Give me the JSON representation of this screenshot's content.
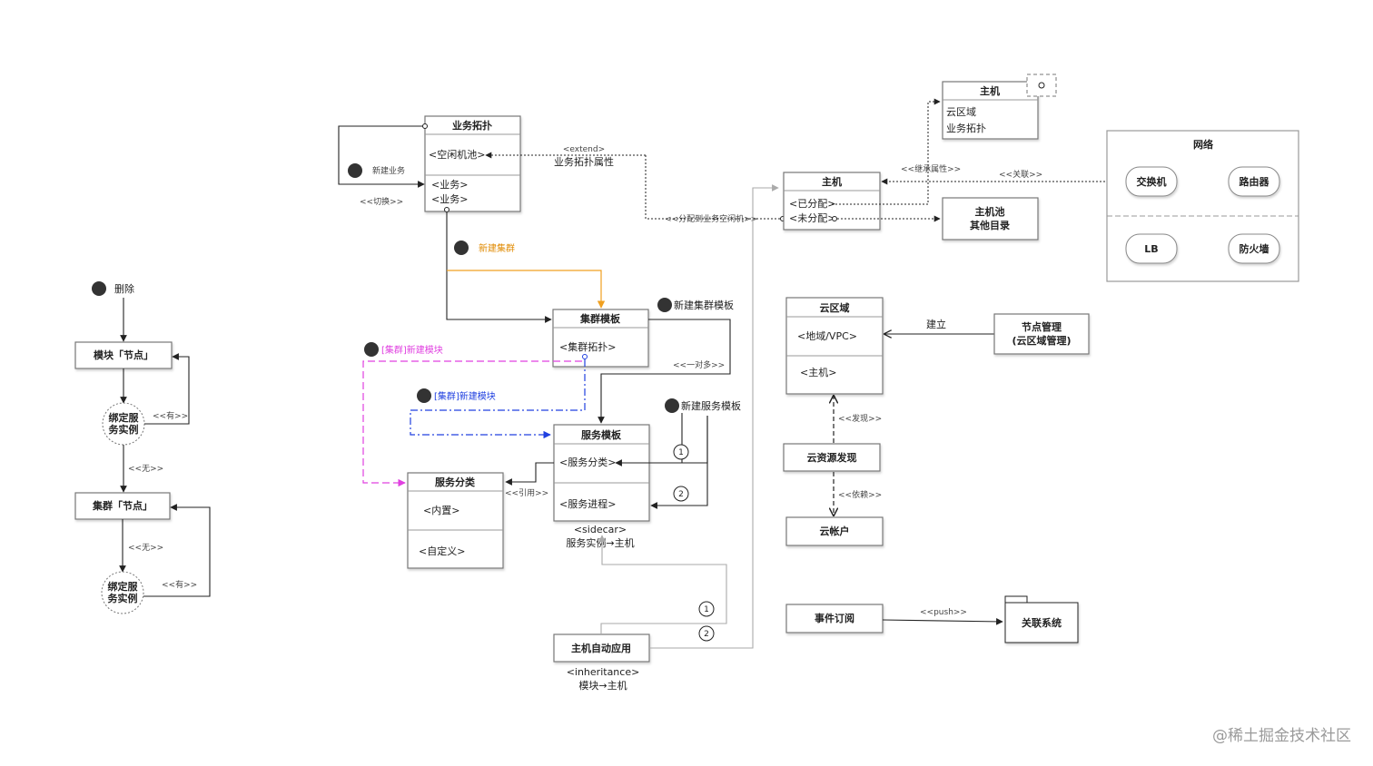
{
  "watermark": "@稀土掘金技术社区",
  "topology": {
    "title": "业务拓扑",
    "idle_pool": "<空闲机池>",
    "biz1": "<业务>",
    "biz2": "<业务>",
    "new_biz": "新建业务",
    "switch": "<<切换>>",
    "extend_line1": "<extend>",
    "extend_line2": "业务拓扑属性"
  },
  "host": {
    "title": "主机",
    "assigned": "<已分配>",
    "unassigned": "<未分配>",
    "assign_label": "<<分配到业务空闲机>>",
    "inherit_label": "<<继承属性>>",
    "assoc_label": "<<关联>>"
  },
  "host_attrs": {
    "title": "主机",
    "cloud_area": "云区域",
    "biz_topology": "业务拓扑"
  },
  "host_pool": {
    "line1": "主机池",
    "line2": "其他目录"
  },
  "network": {
    "title": "网络",
    "switch": "交换机",
    "router": "路由器",
    "lb": "LB",
    "firewall": "防火墙"
  },
  "new_cluster": "新建集群",
  "cluster_tpl": {
    "title": "集群模板",
    "topo": "<集群拓扑>",
    "new_tpl": "新建集群模板",
    "one_many": "<<一对多>>"
  },
  "new_module_magenta": "[集群]新建模块",
  "new_module_blue": "[集群]新建模块",
  "service_tpl": {
    "title": "服务模板",
    "category": "<服务分类>",
    "process": "<服务进程>",
    "new_tpl": "新建服务模板",
    "sidecar1": "<sidecar>",
    "sidecar2": "服务实例→主机",
    "ref": "<<引用>>",
    "n1": "1",
    "n2": "2"
  },
  "service_cat": {
    "title": "服务分类",
    "builtin": "<内置>",
    "custom": "<自定义>"
  },
  "host_auto": {
    "title": "主机自动应用",
    "inh1": "<inheritance>",
    "inh2": "模块→主机",
    "n1": "1",
    "n2": "2"
  },
  "left_flow": {
    "delete": "删除",
    "module": "模块「节点」",
    "bind1a": "绑定服",
    "bind1b": "务实例",
    "has1": "<<有>>",
    "none1": "<<无>>",
    "cluster": "集群「节点」",
    "none2": "<<无>>",
    "bind2a": "绑定服",
    "bind2b": "务实例",
    "has2": "<<有>>"
  },
  "cloud": {
    "title": "云区域",
    "region": "<地域/VPC>",
    "host": "<主机>",
    "build": "建立",
    "node_mgmt1": "节点管理",
    "node_mgmt2": "(云区域管理)",
    "discover_label": "<<发现>>",
    "discover": "云资源发现",
    "depend_label": "<<依赖>>",
    "account": "云帐户"
  },
  "event": {
    "subscribe": "事件订阅",
    "push": "<<push>>",
    "related": "关联系统"
  }
}
